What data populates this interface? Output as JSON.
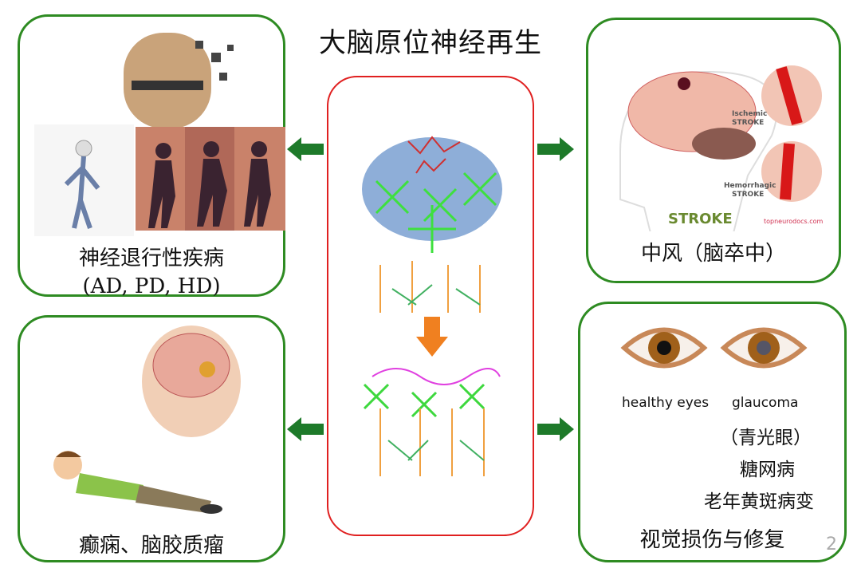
{
  "title": "大脑原位神经再生",
  "panels": {
    "neurodegenerative": {
      "line1": "神经退行性疾病",
      "line2": "(AD, PD, HD)"
    },
    "epilepsy": {
      "label": "癫痫、脑胶质瘤"
    },
    "stroke": {
      "label": "中风（脑卒中）",
      "image_title": "STROKE",
      "ischemic": "Ischemic STROKE",
      "hemorrhagic": "Hemorrhagic STROKE",
      "source": "topneurodocs.com"
    },
    "vision": {
      "healthy": "healthy eyes",
      "glaucoma": "glaucoma",
      "glaucoma_cn": "（青光眼）",
      "diabetic": "糖网病",
      "amd": "老年黄斑病变",
      "label": "视觉损伤与修复"
    }
  },
  "page_number": "2",
  "colors": {
    "green": "#2e8b22",
    "red": "#e02020",
    "arrow": "#1e7a2a",
    "orange": "#f08020"
  }
}
